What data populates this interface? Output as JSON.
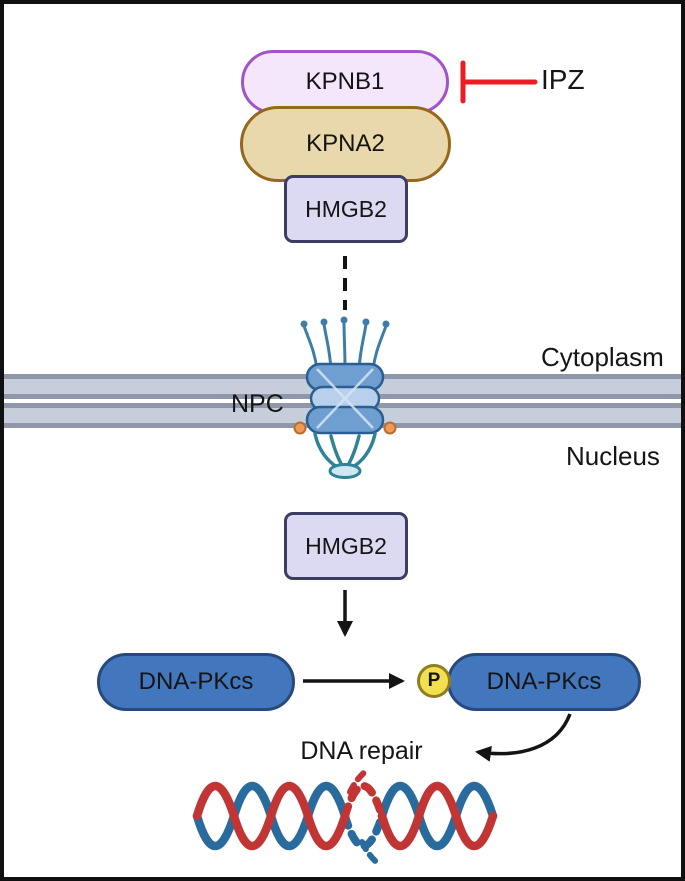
{
  "labels": {
    "kpnb1": "KPNB1",
    "kpna2": "KPNA2",
    "hmgb2_cytoplasm": "HMGB2",
    "hmgb2_nucleus": "HMGB2",
    "inhibitor": "IPZ",
    "npc": "NPC",
    "cytoplasm": "Cytoplasm",
    "nucleus": "Nucleus",
    "dna_pkcs_inactive": "DNA-PKcs",
    "dna_pkcs_phospho": "DNA-PKcs",
    "phosphate": "P",
    "dna_repair": "DNA repair"
  },
  "colors": {
    "kpnb1_fill": "#f4e6fb",
    "kpnb1_stroke": "#a153c9",
    "kpna2_fill": "#ead8ad",
    "kpna2_stroke": "#95681c",
    "hmgb2_fill": "#dcd9f2",
    "hmgb2_stroke": "#3d3d63",
    "inhibitor_red": "#ed1c24",
    "membrane_fill": "#c6cedb",
    "membrane_edge": "#8f98aa",
    "npc_body": "#6f9fd0",
    "npc_body_light": "#b8d0ec",
    "npc_outline": "#2b5e92",
    "npc_basket": "#2e8398",
    "npc_dot_orange": "#eb9b57",
    "dna_pkcs_fill": "#4377bd",
    "dna_pkcs_stroke": "#27497e",
    "phosphate_fill": "#f3e04e",
    "phosphate_stroke": "#8f7d20",
    "helix_red": "#c23535",
    "helix_blue": "#2a6b9e",
    "arrow_black": "#141414"
  }
}
